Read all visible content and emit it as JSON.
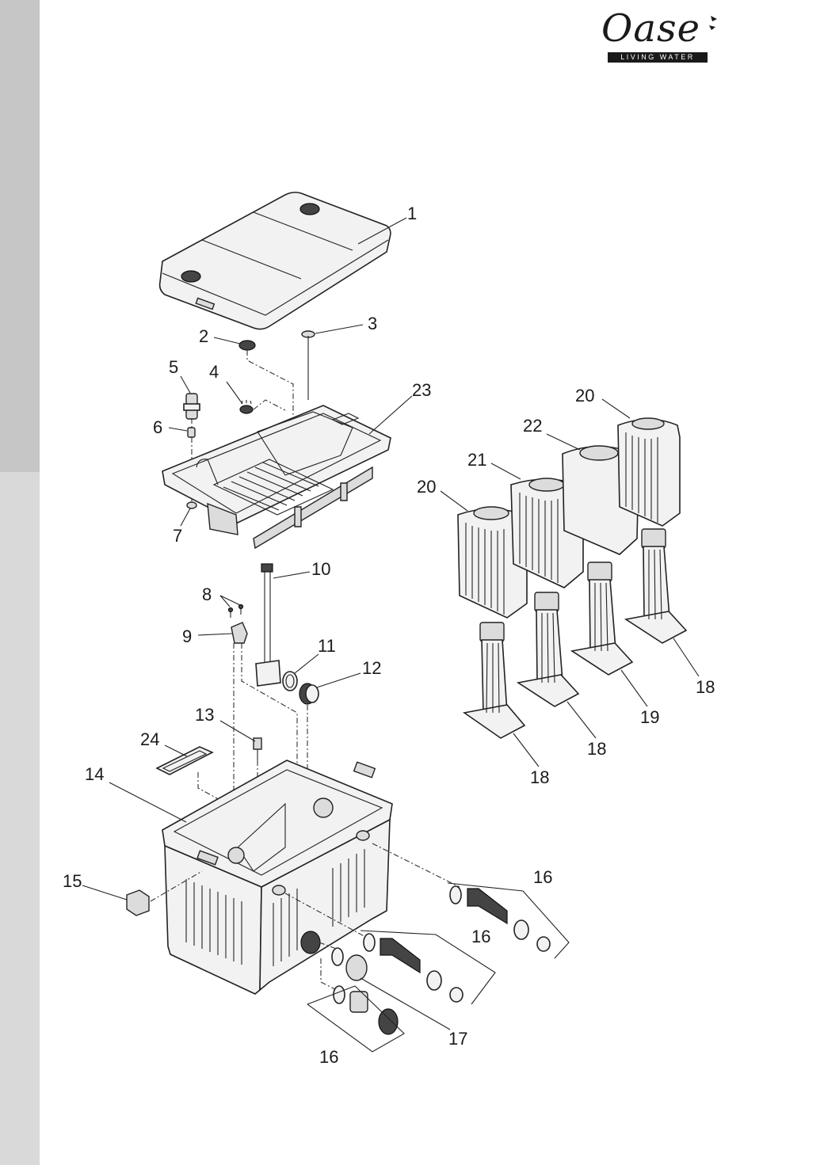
{
  "brand": {
    "name": "Oase",
    "tagline": "LIVING WATER"
  },
  "callouts": [
    {
      "id": "c1",
      "label": "1"
    },
    {
      "id": "c2",
      "label": "2"
    },
    {
      "id": "c3",
      "label": "3"
    },
    {
      "id": "c4",
      "label": "4"
    },
    {
      "id": "c5",
      "label": "5"
    },
    {
      "id": "c6",
      "label": "6"
    },
    {
      "id": "c7",
      "label": "7"
    },
    {
      "id": "c8",
      "label": "8"
    },
    {
      "id": "c9",
      "label": "9"
    },
    {
      "id": "c10",
      "label": "10"
    },
    {
      "id": "c11",
      "label": "11"
    },
    {
      "id": "c12",
      "label": "12"
    },
    {
      "id": "c13",
      "label": "13"
    },
    {
      "id": "c14",
      "label": "14"
    },
    {
      "id": "c15",
      "label": "15"
    },
    {
      "id": "c16a",
      "label": "16"
    },
    {
      "id": "c16b",
      "label": "16"
    },
    {
      "id": "c16c",
      "label": "16"
    },
    {
      "id": "c17",
      "label": "17"
    },
    {
      "id": "c18a",
      "label": "18"
    },
    {
      "id": "c18b",
      "label": "18"
    },
    {
      "id": "c18c",
      "label": "18"
    },
    {
      "id": "c19",
      "label": "19"
    },
    {
      "id": "c20a",
      "label": "20"
    },
    {
      "id": "c20b",
      "label": "20"
    },
    {
      "id": "c21",
      "label": "21"
    },
    {
      "id": "c22",
      "label": "22"
    },
    {
      "id": "c23",
      "label": "23"
    },
    {
      "id": "c24",
      "label": "24"
    }
  ],
  "colors": {
    "side_tab_upper": "#c6c6c6",
    "side_tab_lower": "#d9d9d9",
    "line": "#222222"
  }
}
